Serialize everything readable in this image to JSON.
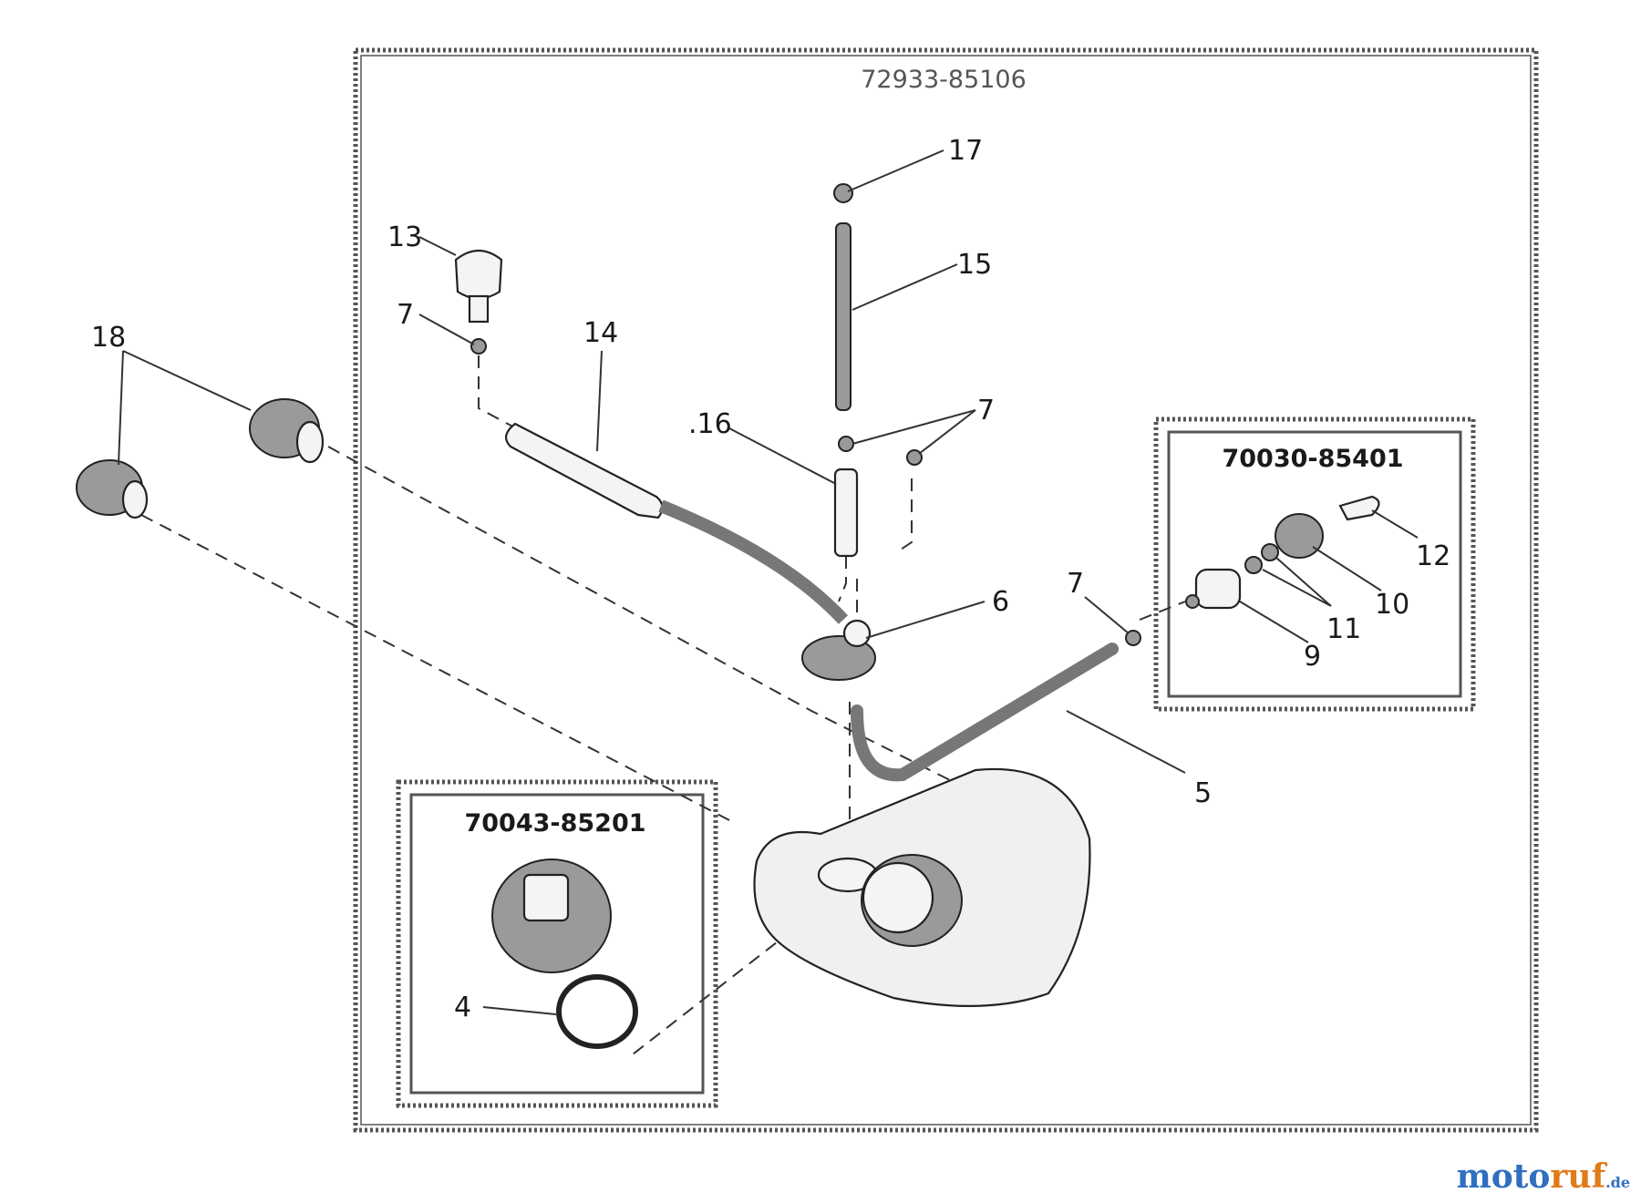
{
  "assemblies": {
    "main": "72933-85106",
    "filter_kit": "70030-85401",
    "cap_kit": "70043-85201"
  },
  "callouts": {
    "c4": "4",
    "c5": "5",
    "c6": "6",
    "c7a": "7",
    "c7b": "7",
    "c7c": "7",
    "c9": "9",
    "c10": "10",
    "c11": "11",
    "c12": "12",
    "c13": "13",
    "c14": "14",
    "c15": "15",
    "c16": ".16",
    "c17": "17",
    "c18": "18"
  },
  "watermark": {
    "part1": "moto",
    "part2": "ruf",
    "tld": ".de"
  }
}
